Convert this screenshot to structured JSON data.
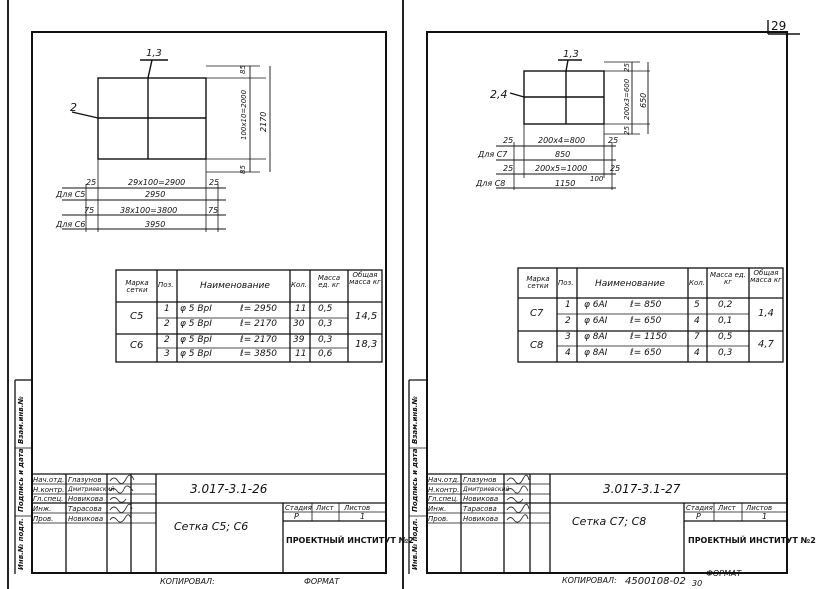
{
  "page_number": "29",
  "left_sheet": {
    "drawing": {
      "callout_top": "1,3",
      "callout_side": "2",
      "dim_85_top": "85",
      "dim_vertical_inner": "100x10=2000",
      "dim_vertical_total": "2170",
      "dim_85_bottom": "85",
      "row1": {
        "left": "25",
        "text": "29x100=2900",
        "right": "25"
      },
      "row2": {
        "label": "Для С5",
        "text": "2950"
      },
      "row3": {
        "left": "75",
        "text": "38x100=3800",
        "right": "75"
      },
      "row4": {
        "label": "Для С6",
        "text": "3950"
      }
    },
    "table": {
      "headers": [
        "Марка сетки",
        "Поз.",
        "Наименование",
        "Кол.",
        "Масса ед. кг",
        "Общая масса кг"
      ],
      "groups": [
        {
          "mark": "С5",
          "total": "14,5",
          "rows": [
            {
              "pos": "1",
              "name": "φ 5 ВрI",
              "len": "ℓ= 2950",
              "qty": "11",
              "mass": "0,5"
            },
            {
              "pos": "2",
              "name": "φ 5 ВрI",
              "len": "ℓ= 2170",
              "qty": "30",
              "mass": "0,3"
            }
          ]
        },
        {
          "mark": "С6",
          "total": "18,3",
          "rows": [
            {
              "pos": "2",
              "name": "φ 5 ВрI",
              "len": "ℓ= 2170",
              "qty": "39",
              "mass": "0,3"
            },
            {
              "pos": "3",
              "name": "φ 5 ВрI",
              "len": "ℓ= 3850",
              "qty": "11",
              "mass": "0,6"
            }
          ]
        }
      ]
    },
    "side_labels": [
      "Инв.№ подл.",
      "Подпись и дата",
      "Взам.инв.№"
    ],
    "stamp": {
      "signers": [
        {
          "role": "Нач.отд.",
          "name": "Глазунов"
        },
        {
          "role": "Н.контр.",
          "name": "Дмитриевский"
        },
        {
          "role": "Гл.спец.",
          "name": "Новикова"
        },
        {
          "role": "Инж.",
          "name": "Тарасова"
        },
        {
          "role": "Пров.",
          "name": "Новикова"
        }
      ],
      "doc_code": "3.017-3.1-26",
      "title": "Сетка С5; С6",
      "stage_h": "Стадия",
      "sheet_h": "Лист",
      "sheets_h": "Листов",
      "stage": "Р",
      "sheet": "1",
      "org": "ПРОЕКТНЫЙ ИНСТИТУТ №2"
    },
    "footer_left": "КОПИРОВАЛ:",
    "footer_right": "ФОРМАТ"
  },
  "right_sheet": {
    "drawing": {
      "callout_top": "1,3",
      "callout_side": "2,4",
      "dim_25_top": "25",
      "dim_vertical_inner": "200x3=600",
      "dim_vertical_total": "650",
      "dim_25_bottom": "25",
      "row1": {
        "left": "25",
        "text": "200x4=800",
        "right": "25"
      },
      "row2": {
        "label": "Для С7",
        "text": "850"
      },
      "row3": {
        "left": "25",
        "text": "200x5=1000",
        "right": "25"
      },
      "row3_extra": "100",
      "row4": {
        "label": "Для С8",
        "text": "1150"
      }
    },
    "table": {
      "headers": [
        "Марка сетки",
        "Поз.",
        "Наименование",
        "Кол.",
        "Масса ед. кг",
        "Общая масса кг"
      ],
      "groups": [
        {
          "mark": "С7",
          "total": "1,4",
          "rows": [
            {
              "pos": "1",
              "name": "φ 6AI",
              "len": "ℓ= 850",
              "qty": "5",
              "mass": "0,2"
            },
            {
              "pos": "2",
              "name": "φ 6AI",
              "len": "ℓ= 650",
              "qty": "4",
              "mass": "0,1"
            }
          ]
        },
        {
          "mark": "С8",
          "total": "4,7",
          "rows": [
            {
              "pos": "3",
              "name": "φ 8AI",
              "len": "ℓ= 1150",
              "qty": "7",
              "mass": "0,5"
            },
            {
              "pos": "4",
              "name": "φ 8AI",
              "len": "ℓ= 650",
              "qty": "4",
              "mass": "0,3"
            }
          ]
        }
      ]
    },
    "side_labels": [
      "Инв.№ подл.",
      "Подпись и дата",
      "Взам.инв.№"
    ],
    "stamp": {
      "signers": [
        {
          "role": "Нач.отд.",
          "name": "Глазунов"
        },
        {
          "role": "Н.контр.",
          "name": "Дмитриевский"
        },
        {
          "role": "Гл.спец.",
          "name": "Новикова"
        },
        {
          "role": "Инж.",
          "name": "Тарасова"
        },
        {
          "role": "Пров.",
          "name": "Новикова"
        }
      ],
      "doc_code": "3.017-3.1-27",
      "title": "Сетка С7; С8",
      "stage_h": "Стадия",
      "sheet_h": "Лист",
      "sheets_h": "Листов",
      "stage": "Р",
      "sheet": "1",
      "org": "ПРОЕКТНЫЙ ИНСТИТУТ №2"
    },
    "footer_left": "КОПИРОВАЛ:",
    "footer_code": "4500108-02",
    "footer_num": "30",
    "footer_right": "ФОРМАТ"
  }
}
